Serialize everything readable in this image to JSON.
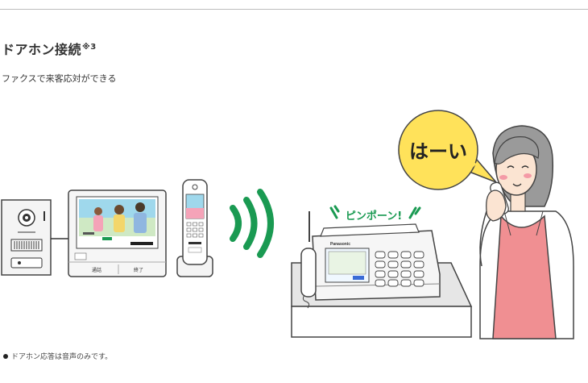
{
  "section": {
    "title": "ドアホン接続",
    "title_note": "※3",
    "description": "ファクスで来客応対ができる"
  },
  "illustration": {
    "speech_bubble": "はーい",
    "chime_text": "ピンポーン!",
    "monitor_labels": [
      "通話",
      "終了"
    ],
    "brand": "Panasonic",
    "colors": {
      "wave_green": "#1a9a52",
      "bubble_yellow": "#ffe25a",
      "apron_pink": "#f08f92",
      "hair_gray": "#9a9a9a",
      "counter_gray": "#e6e6e6"
    }
  },
  "footnote": {
    "text": "ドアホン応答は音声のみです。"
  }
}
